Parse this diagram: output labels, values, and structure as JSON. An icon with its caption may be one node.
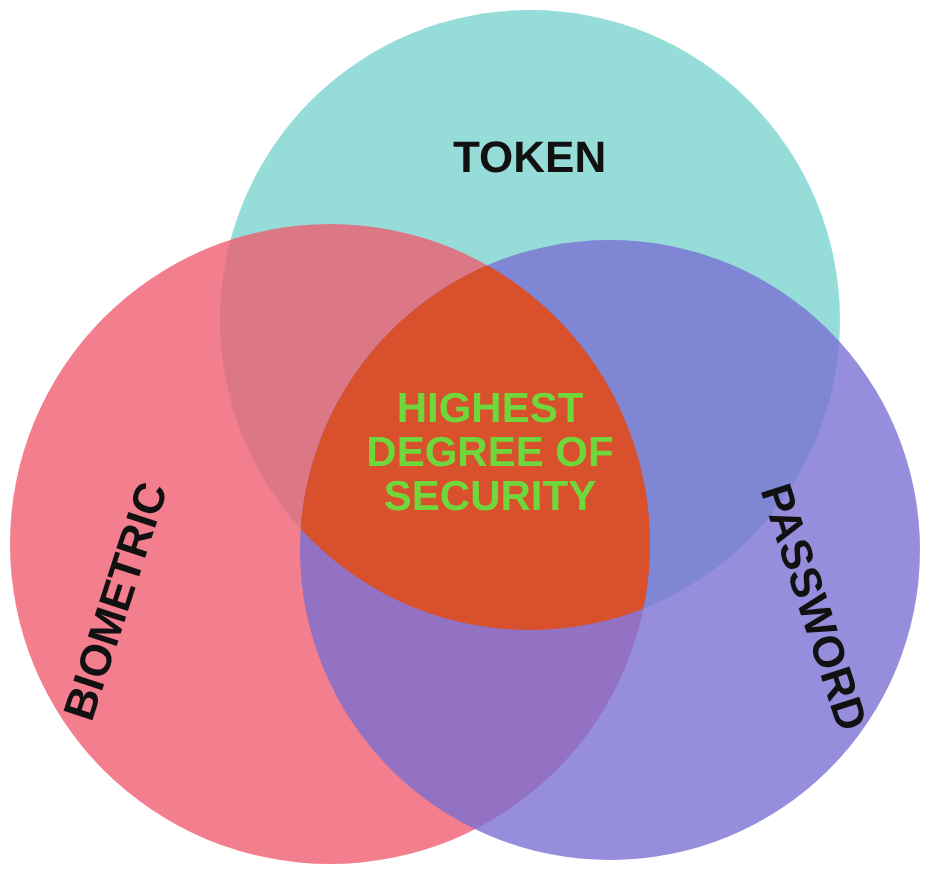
{
  "diagram": {
    "nodes": [
      {
        "text": [
          "TOKEN"
        ]
      },
      {
        "text": [
          "BIOMETRIC"
        ]
      },
      {
        "text": [
          "PASSWORD"
        ]
      },
      {
        "text": [
          "HIGHEST DEGREE OF SECURITY"
        ]
      }
    ]
  }
}
